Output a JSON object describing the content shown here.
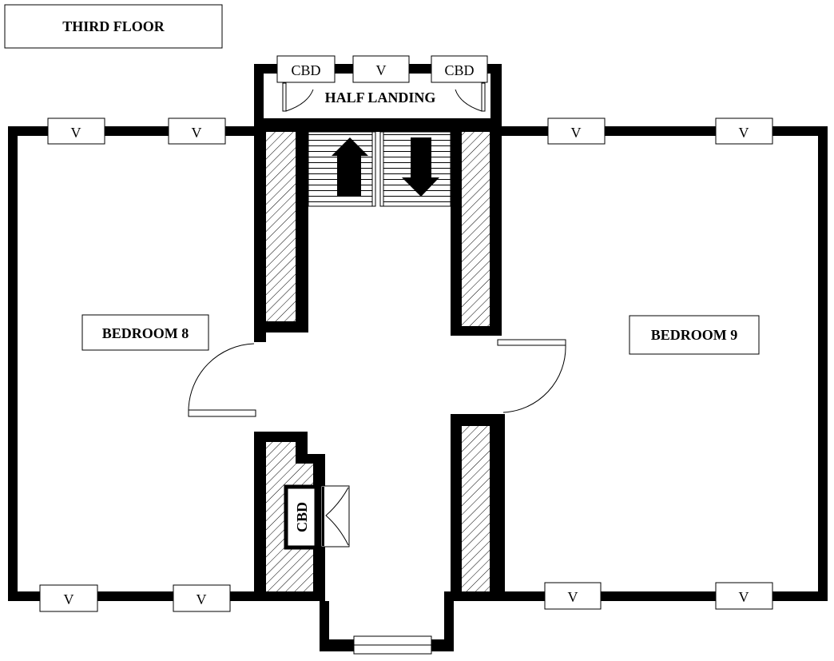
{
  "title": "THIRD FLOOR",
  "rooms": {
    "bedroom_left": "BEDROOM 8",
    "bedroom_right": "BEDROOM 9",
    "landing": "HALF LANDING"
  },
  "fixtures": {
    "window_label": "V",
    "cupboard_label": "CBD"
  },
  "colors": {
    "wall": "#000000",
    "background": "#ffffff"
  }
}
